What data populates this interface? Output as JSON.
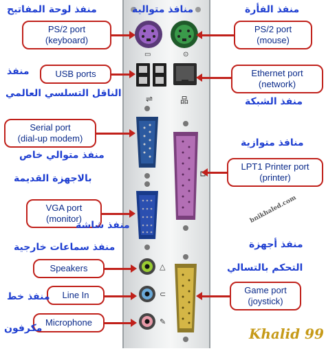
{
  "labels": {
    "ps2_keyboard": [
      "PS/2 port",
      "(keyboard)"
    ],
    "ps2_mouse": [
      "PS/2 port",
      "(mouse)"
    ],
    "usb": [
      "USB ports"
    ],
    "ethernet": [
      "Ethernet port",
      "(network)"
    ],
    "serial": [
      "Serial port",
      "(dial-up modem)"
    ],
    "lpt1": [
      "LPT1 Printer port",
      "(printer)"
    ],
    "vga": [
      "VGA port",
      "(monitor)"
    ],
    "speakers": [
      "Speakers"
    ],
    "line_in": [
      "Line In"
    ],
    "game": [
      "Game port",
      "(joystick)"
    ],
    "microphone": [
      "Microphone"
    ]
  },
  "arabic": {
    "keyboard_port": "منفذ لوحة المفاتيح",
    "serial_ports": "منافذ متوالية",
    "mouse_port": "منفذ الفأرة",
    "usb_line1": "منفذ",
    "usb_line2": "الناقل التسلسي العالمي",
    "network_port": "منفذ الشبكة",
    "old_devices_serial_1": "منفذ متوالي خاص",
    "old_devices_serial_2": "بالاجهزة القديمة",
    "parallel_ports": "منافذ متوازية",
    "screen_port": "منفذ شاشة",
    "external_speakers": "منفذ سماعات خارجية",
    "control_devices_1": "منفذ أجهزة",
    "control_devices_2": "التحكم بالتسالي",
    "line_port": "منفذ خط",
    "microphone": "مكرفون"
  },
  "watermark": {
    "author": "Khalid 99",
    "site": "bnikhaled.com"
  },
  "colors": {
    "box_border": "#c0201a",
    "box_text": "#0a2a8a",
    "arabic_text": "#1f3fd1",
    "ps2_keyboard": "#9b63c5",
    "ps2_mouse": "#3a9a4a",
    "serial": "#2c5aa0",
    "parallel": "#b36fb5",
    "vga": "#2b4fb0",
    "game": "#d4b646"
  }
}
